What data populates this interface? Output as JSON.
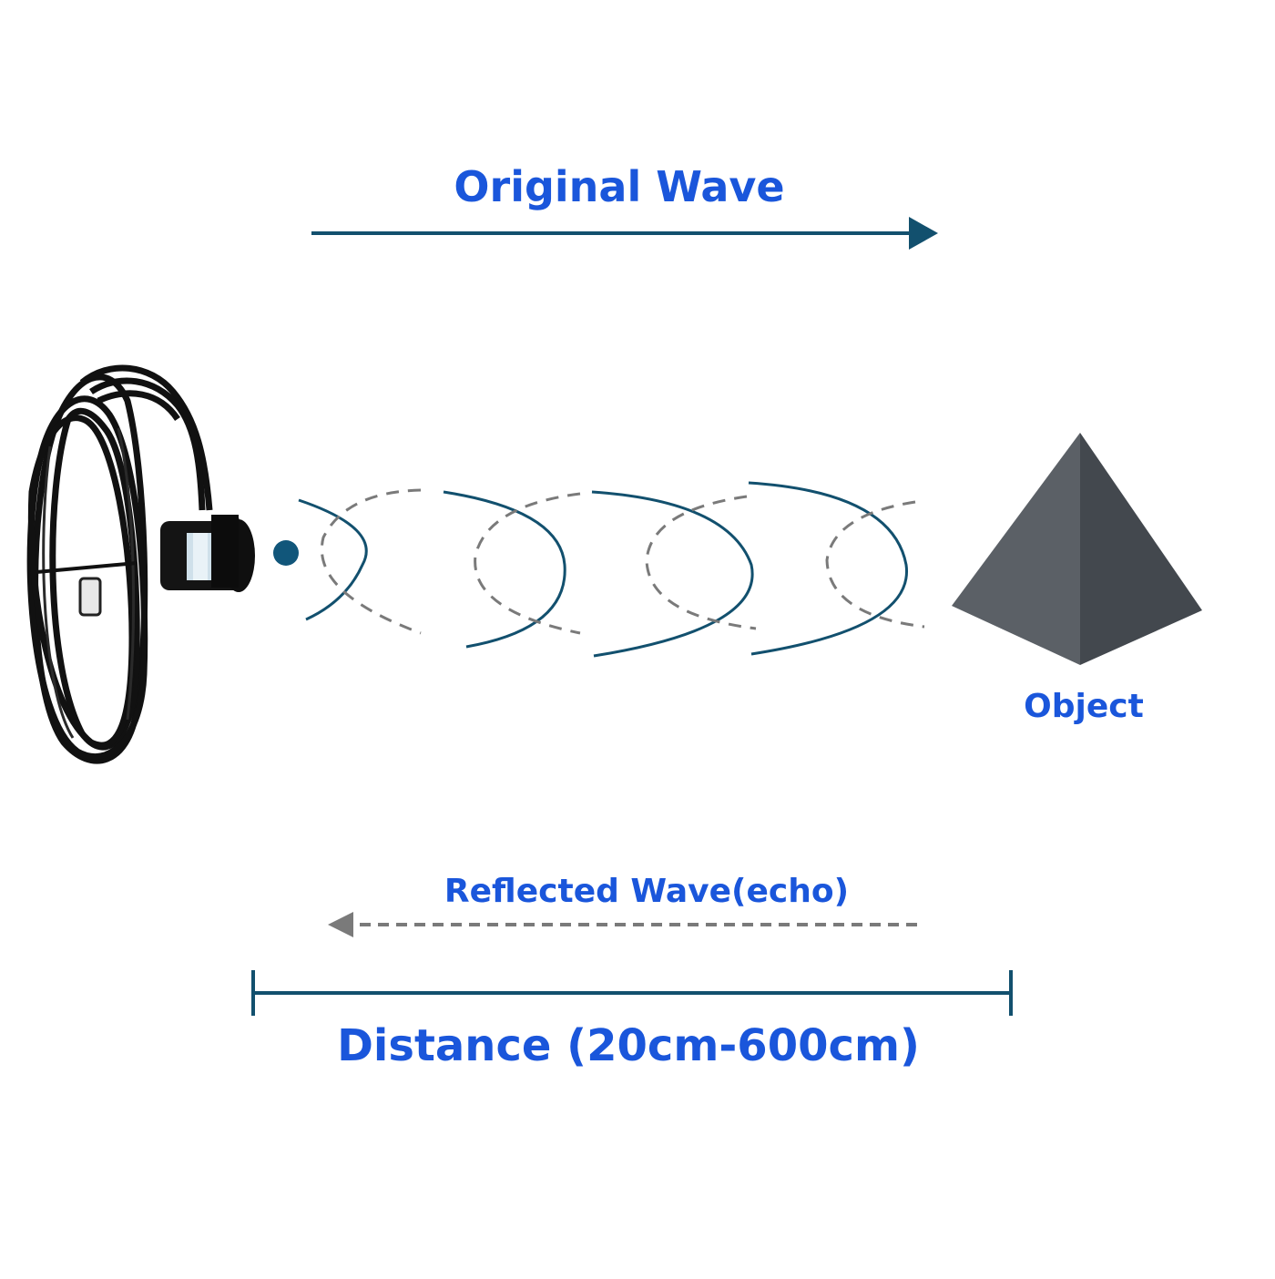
{
  "labels": {
    "original_wave": "Original Wave",
    "object": "Object",
    "reflected_wave": "Reflected Wave(echo)",
    "distance": "Distance (20cm-600cm)"
  },
  "colors": {
    "label_text": "#1a56db",
    "forward_wave": "#12506e",
    "echo_wave": "#7a7a7a",
    "pyramid_light": "#5b6066",
    "pyramid_dark": "#43484e",
    "sensor_body": "#141414",
    "emitter_dot": "#11567a"
  },
  "icons": {
    "sensor": "ultrasonic-sensor-icon",
    "object": "pyramid-icon"
  }
}
